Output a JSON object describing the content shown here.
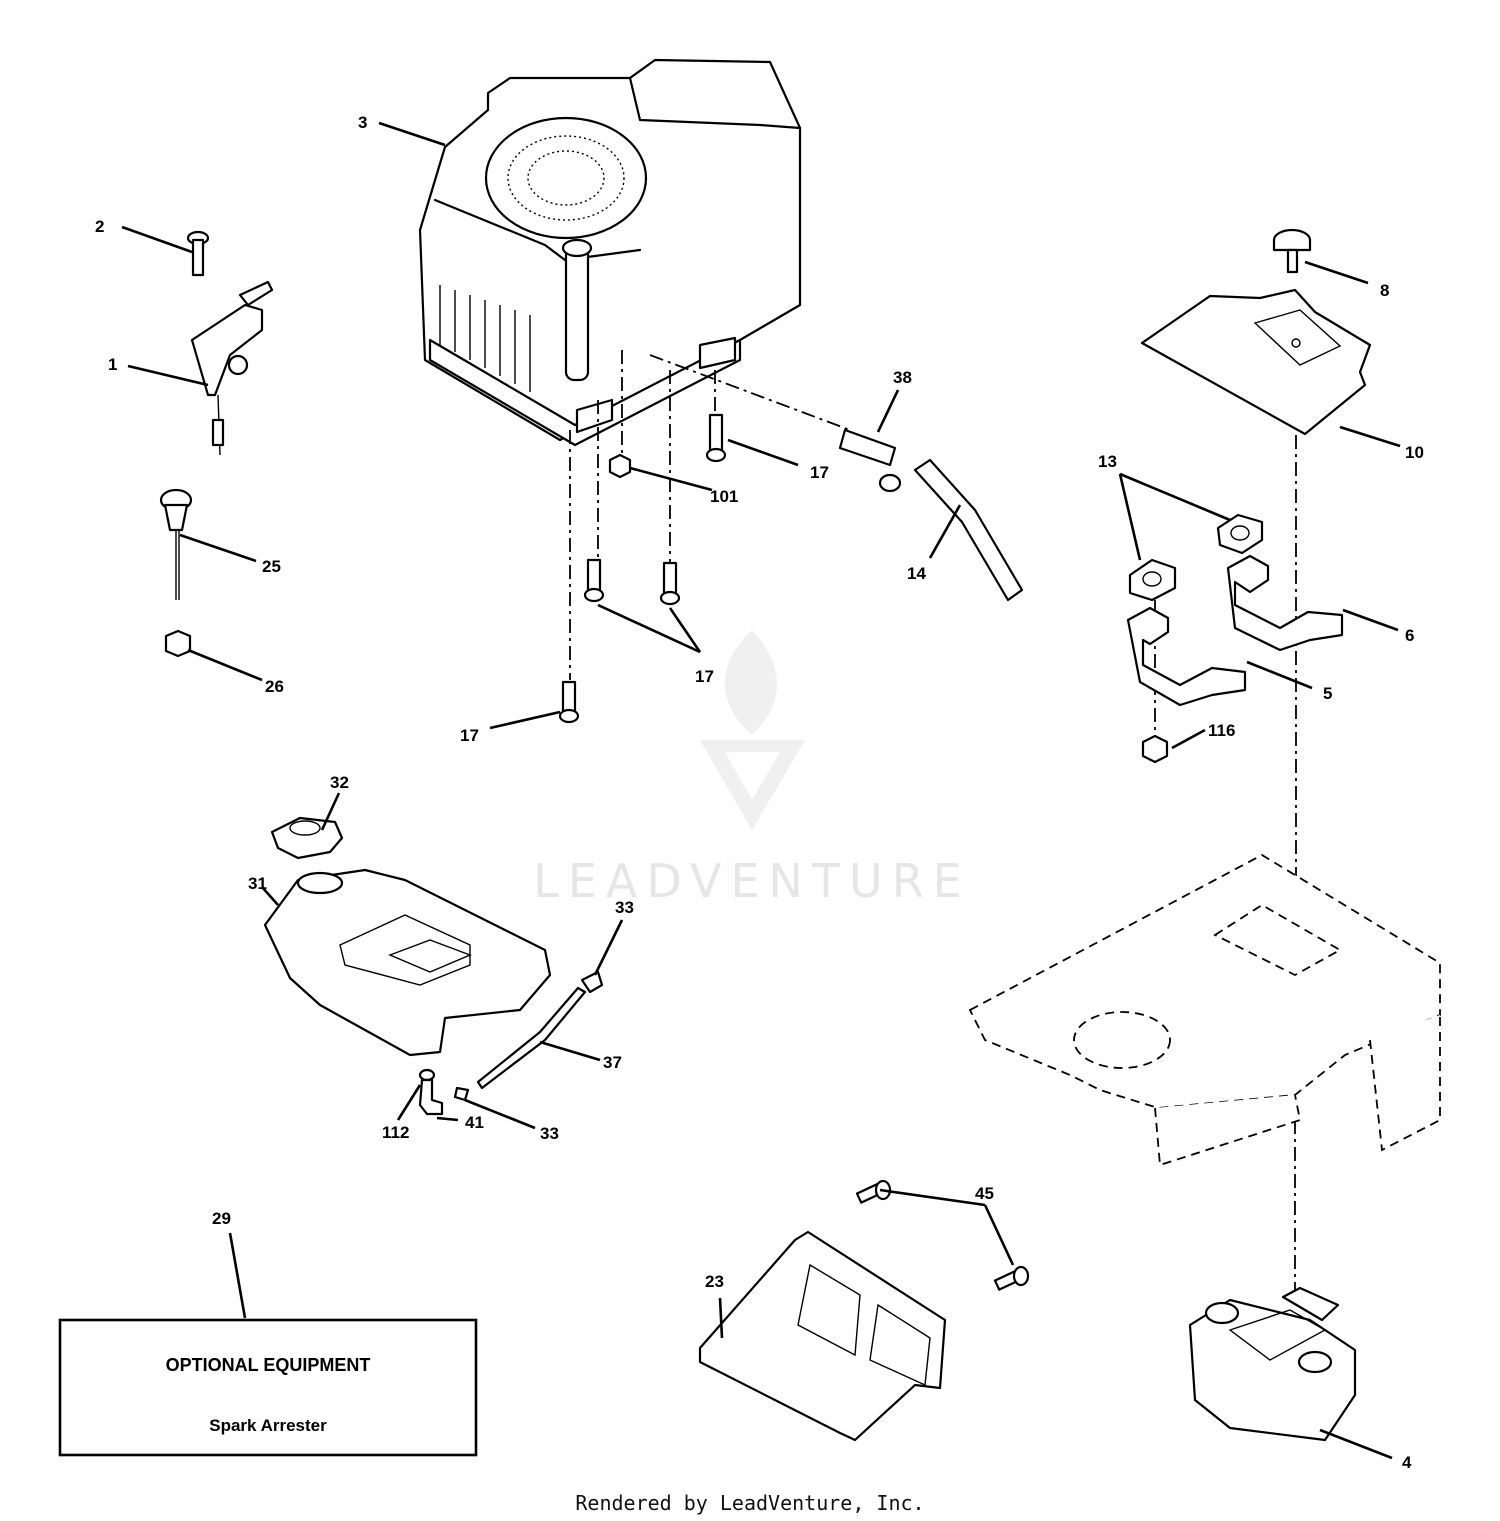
{
  "watermark": {
    "brand_text": "LEADVENTURE"
  },
  "callouts": {
    "n1": "1",
    "n2": "2",
    "n3": "3",
    "n4": "4",
    "n5": "5",
    "n6": "6",
    "n8": "8",
    "n10": "10",
    "n13": "13",
    "n14": "14",
    "n17a": "17",
    "n17b": "17",
    "n17c": "17",
    "n23": "23",
    "n25": "25",
    "n26": "26",
    "n29": "29",
    "n31": "31",
    "n32": "32",
    "n33a": "33",
    "n33b": "33",
    "n37": "37",
    "n38": "38",
    "n41": "41",
    "n45": "45",
    "n101": "101",
    "n112": "112",
    "n116": "116"
  },
  "optional_box": {
    "title": "OPTIONAL EQUIPMENT",
    "item": "Spark Arrester"
  },
  "footer": {
    "rendered_by": "Rendered by LeadVenture, Inc."
  }
}
